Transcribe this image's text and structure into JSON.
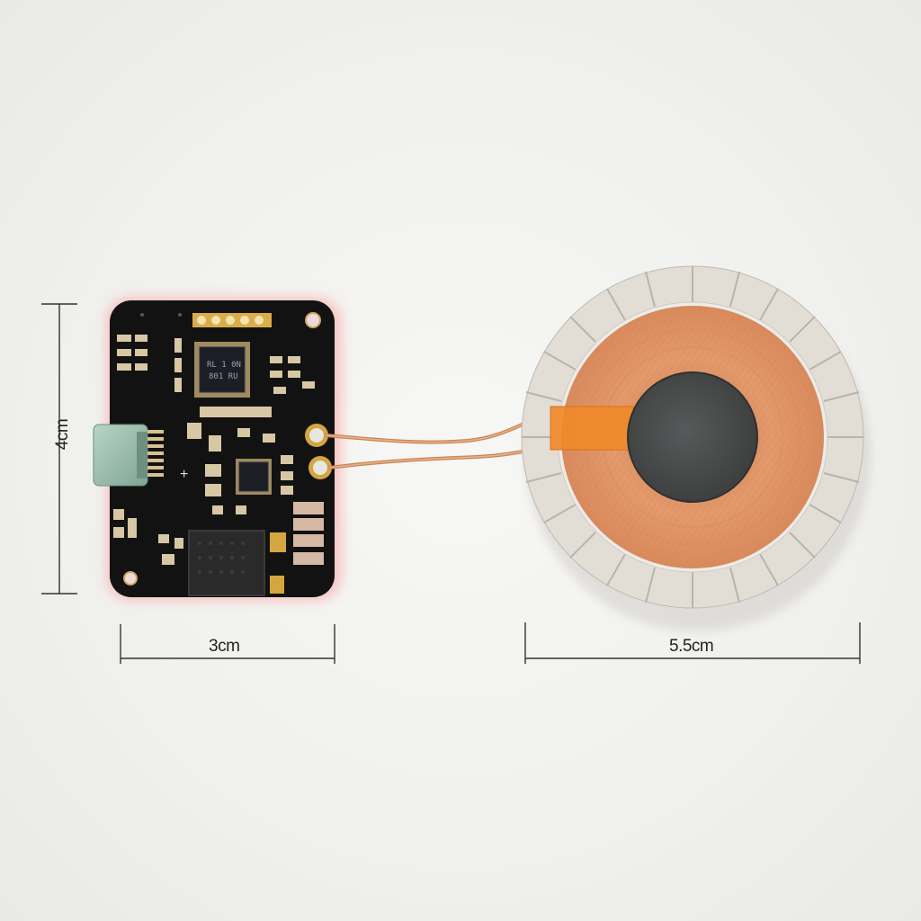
{
  "dimensions": {
    "board_height": "4cm",
    "board_width": "3cm",
    "coil_diameter": "5.5cm"
  },
  "chip_marking": {
    "line1": "RL 1 0N",
    "line2": "801 RU"
  },
  "colors": {
    "background": "#f2f2f0",
    "pcb": "#141414",
    "pcb_glow": "#ff6a6a",
    "copper_coil": "#e0956a",
    "ferrite_core": "#4a4c4c",
    "magnet_ring": "#dcd8d0",
    "usb_c": "#9fbfb0",
    "flex_tape": "#f08a2a",
    "gold_pad": "#d4a640",
    "dimension_line": "#333333"
  },
  "components": {
    "pcb": "wireless-charger-controller-board",
    "connector": "usb-c-port",
    "coil": "wireless-charging-copper-coil",
    "ring": "segmented-magnet-ring"
  }
}
